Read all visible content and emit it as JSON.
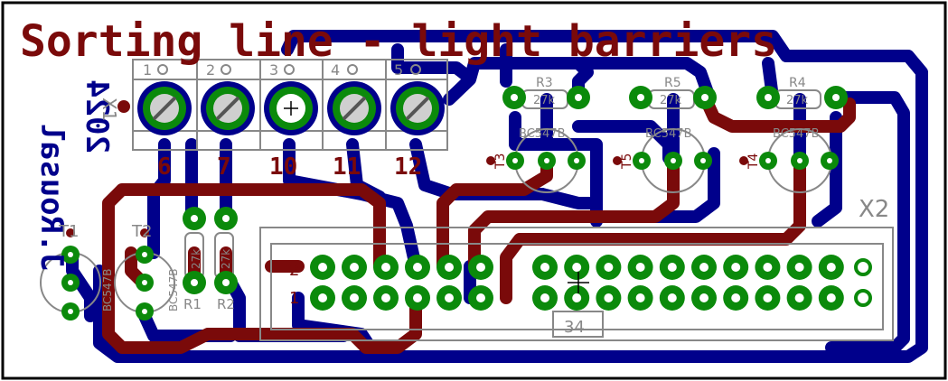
{
  "colors": {
    "background": "#ffffff",
    "border": "#000000",
    "bottom_copper": "#00008b",
    "top_copper": "#7a0a0a",
    "pad": "#0b8a0b",
    "silkscreen": "#888888",
    "text_red": "#7a0a0a",
    "text_blue": "#00008b"
  },
  "title": "Sorting line - light barriers",
  "author": "J.Rousal",
  "year": "2024",
  "connector_x1": {
    "label": "X1",
    "terminal_numbers": [
      "1",
      "2",
      "3",
      "4",
      "5"
    ],
    "pin_labels": [
      "6",
      "7",
      "10",
      "11",
      "12"
    ]
  },
  "connector_x2": {
    "label": "X2",
    "pin1_label": "1",
    "pin2_label": "2",
    "pin34_label": "34"
  },
  "resistors": [
    {
      "ref": "R3",
      "value": "27k"
    },
    {
      "ref": "R5",
      "value": "27k"
    },
    {
      "ref": "R4",
      "value": "27k"
    },
    {
      "ref": "R1",
      "value": "27k"
    },
    {
      "ref": "R2",
      "value": "27k"
    }
  ],
  "transistors": [
    {
      "ref": "T3",
      "type": "BC547B"
    },
    {
      "ref": "T5",
      "type": "BC547B"
    },
    {
      "ref": "T4",
      "type": "BC547B"
    },
    {
      "ref": "T1",
      "type": "BC547B"
    },
    {
      "ref": "T2",
      "type": "BC547B"
    }
  ]
}
